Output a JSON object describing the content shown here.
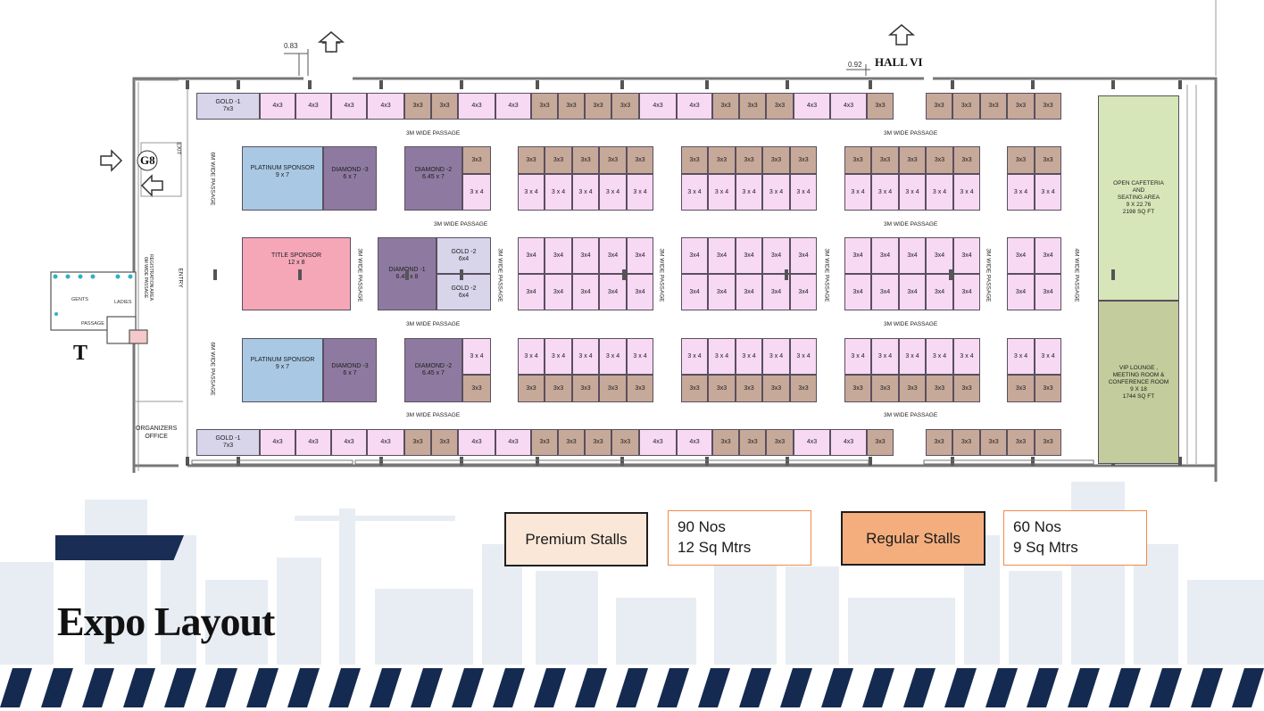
{
  "header": {
    "hall_label": "HALL VI",
    "gate_label": "G8",
    "toilet_label": "T",
    "dim_left": "0.83",
    "dim_right": "0.92"
  },
  "labels": {
    "passage_3m": "3M WIDE PASSAGE",
    "passage_6m": "6M WIDE PASSAGE",
    "passage_4m": "4M WIDE PASSAGE",
    "exit": "EXIT",
    "entry": "ENTRY",
    "registration": "REGISTRATION AREA\n6M WIDE PASSAGE",
    "organizers": "ORGANIZERS\nOFFICE",
    "gents": "GENTS",
    "ladies": "LADIES",
    "toilet_passage": "PASSAGE",
    "cafeteria": "OPEN CAFETERIA\nAND\nSEATING AREA\n9 X 22.76\n2198 SQ FT",
    "vip": "VIP LOUNGE ,\nMEETING ROOM &\nCONFERENCE ROOM\n9 X 18\n1744 SQ FT"
  },
  "sponsors": {
    "gold1": "GOLD -1\n7x3",
    "platinum": "PLATINUM SPONSOR\n9 x 7",
    "diamond3": "DIAMOND -3\n6 x 7",
    "diamond2": "DIAMOND -2\n6.45 x 7",
    "title": "TITLE SPONSOR\n12 x 8",
    "diamond1": "DIAMOND -1\n6.45 x 8",
    "gold2": "GOLD -2\n6x4"
  },
  "stall_sizes": {
    "s4x3": "4x3",
    "s3x3": "3x3",
    "s3x4": "3 x 4",
    "s3x4b": "3x4"
  },
  "legend": {
    "premium_label": "Premium Stalls",
    "premium_count": "90 Nos",
    "premium_area": "12 Sq Mtrs",
    "regular_label": "Regular Stalls",
    "regular_count": "60 Nos",
    "regular_area": "9 Sq Mtrs",
    "premium_color": "#fbe7d7",
    "regular_color": "#f4ae7e",
    "border_color": "#f08a4b"
  },
  "page": {
    "title": "Expo Layout",
    "tab_text": ""
  },
  "colors": {
    "premium_stall": "#f7d9f4",
    "regular_stall": "#c7a99a",
    "gold": "#d8d4ea",
    "diamond": "#8e7aa0",
    "platinum": "#a8c8e4",
    "title_sponsor": "#f5a7b8",
    "navy": "#1a2d55"
  }
}
